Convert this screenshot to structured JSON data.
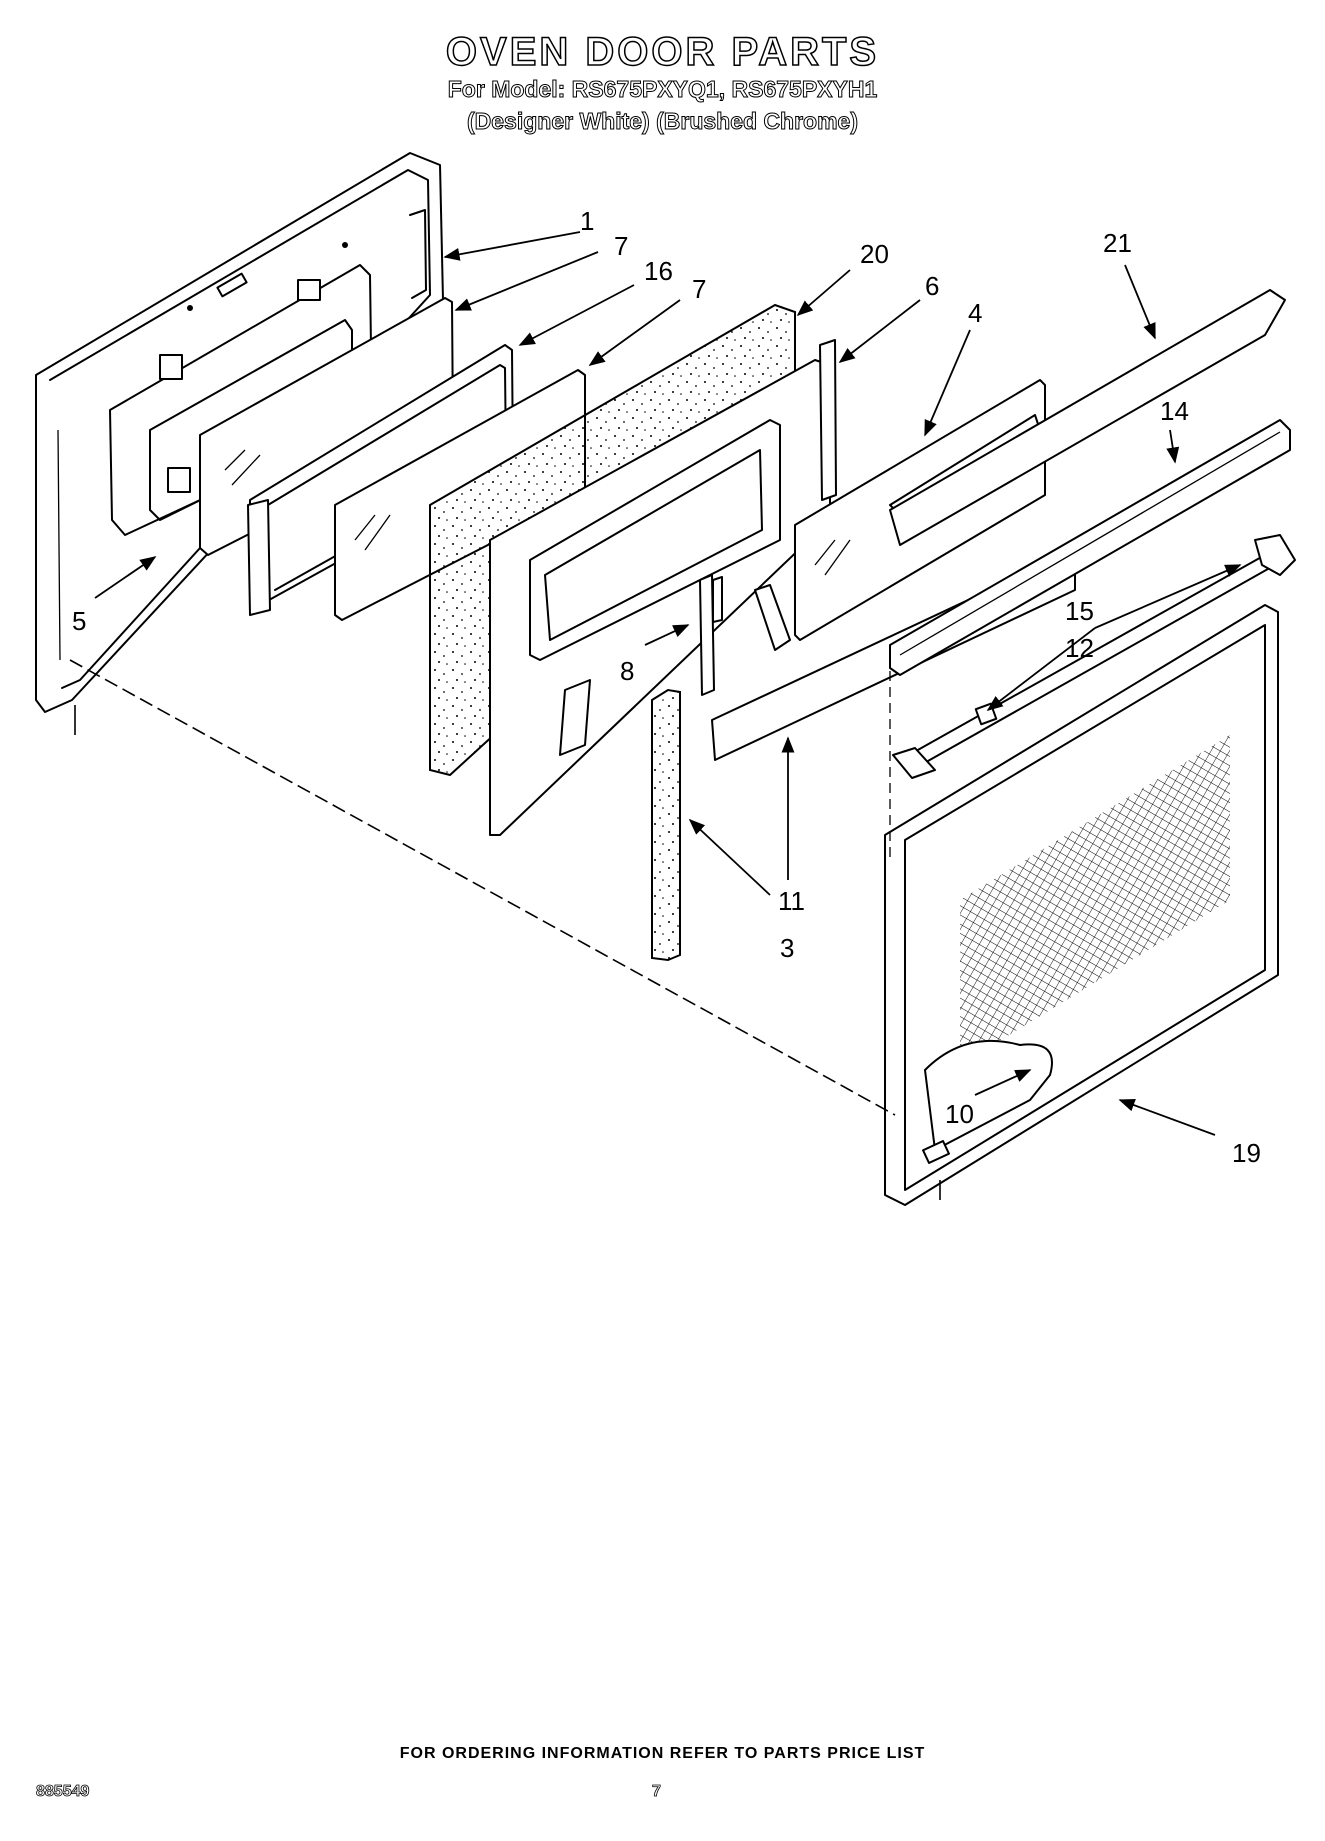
{
  "header": {
    "title": "OVEN DOOR PARTS",
    "models": "For Model: RS675PXYQ1, RS675PXYH1",
    "finishes": "(Designer White) (Brushed Chrome)"
  },
  "callouts": {
    "c1": "1",
    "c7a": "7",
    "c16": "16",
    "c7b": "7",
    "c20": "20",
    "c6": "6",
    "c4": "4",
    "c21": "21",
    "c14": "14",
    "c5": "5",
    "c15": "15",
    "c12": "12",
    "c8": "8",
    "c11": "11",
    "c3": "3",
    "c10": "10",
    "c19": "19"
  },
  "footer": {
    "ordering_note": "FOR ORDERING INFORMATION REFER TO PARTS PRICE LIST",
    "doc_number": "885549",
    "page_number": "7"
  }
}
